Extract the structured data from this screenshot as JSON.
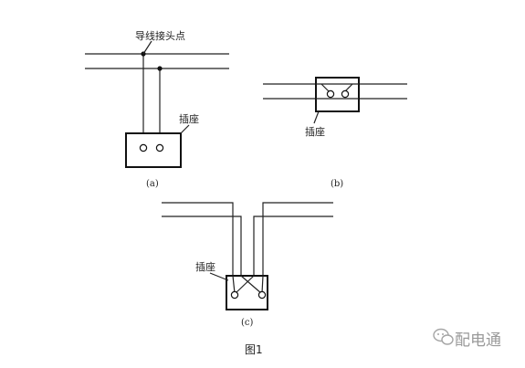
{
  "diagram": {
    "figure_a": {
      "annotation_joint": "导线接头点",
      "annotation_socket": "插座",
      "caption": "(a)"
    },
    "figure_b": {
      "annotation_socket": "插座",
      "caption": "(b)"
    },
    "figure_c": {
      "annotation_socket": "插座",
      "caption": "(c)"
    },
    "figure_title": "图1"
  },
  "watermark": {
    "text": "配电通"
  }
}
